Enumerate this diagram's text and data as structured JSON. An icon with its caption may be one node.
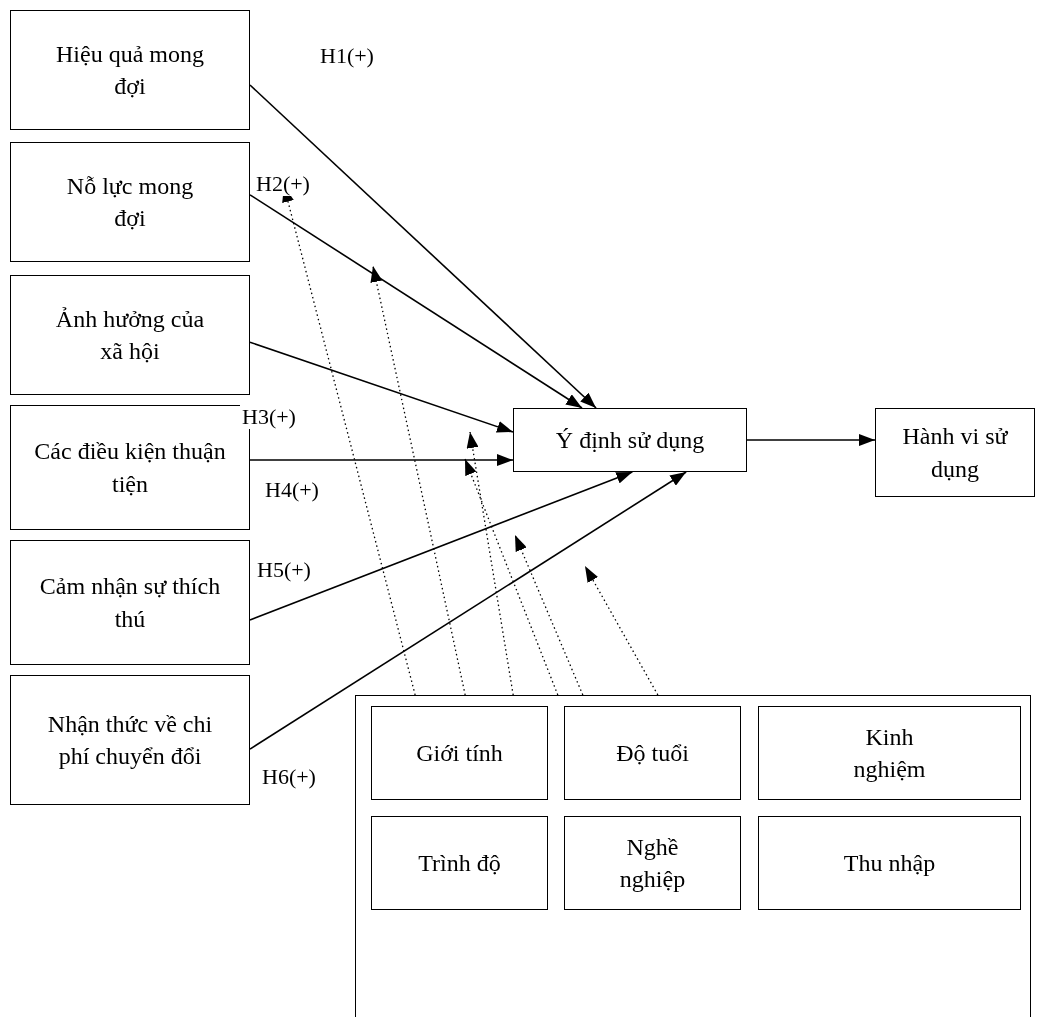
{
  "diagram": {
    "nodes": [
      {
        "text": [
          "Hiệu quả mong đợi"
        ]
      },
      {
        "text": [
          "Nỗ lực mong đợi"
        ]
      },
      {
        "text": [
          "Ảnh hưởng của xã hội"
        ]
      },
      {
        "text": [
          "Các điều kiện thuận tiện"
        ]
      },
      {
        "text": [
          "Cảm nhận sự thích thú"
        ]
      },
      {
        "text": [
          "Nhận thức về chi phí chuyển đổi"
        ]
      },
      {
        "text": [
          "Ý định sử dụng"
        ]
      },
      {
        "text": [
          "Hành vi sử dụng"
        ]
      },
      {
        "text": [],
        "shape": "box"
      },
      {
        "text": [
          "Giới tính"
        ],
        "in": 8
      },
      {
        "text": [
          "Độ tuổi"
        ],
        "in": 8
      },
      {
        "text": [
          "Kinh nghiệm"
        ],
        "in": 8
      },
      {
        "text": [
          "Trình độ"
        ],
        "in": 8
      },
      {
        "text": [
          "Nghề nghiệp"
        ],
        "in": 8
      },
      {
        "text": [
          "Thu nhập"
        ],
        "in": 8
      }
    ],
    "edges": [
      {
        "from": 0,
        "to": 6,
        "arrow": "to",
        "label": "H1(+)"
      },
      {
        "from": 1,
        "to": 6,
        "arrow": "to",
        "label": "H2(+)"
      },
      {
        "from": 2,
        "to": 6,
        "arrow": "to",
        "label": "H3(+)"
      },
      {
        "from": 3,
        "to": 6,
        "arrow": "to",
        "label": "H4(+)"
      },
      {
        "from": 4,
        "to": 6,
        "arrow": "to",
        "label": "H5(+)"
      },
      {
        "from": 5,
        "to": 6,
        "arrow": "to",
        "label": "H6(+)"
      },
      {
        "from": 6,
        "to": 7,
        "arrow": "to"
      },
      {
        "from": 8,
        "to": null,
        "arrow": "to",
        "style": "dashed"
      },
      {
        "from": 8,
        "to": null,
        "arrow": "to",
        "style": "dashed"
      },
      {
        "from": 8,
        "to": null,
        "arrow": "to",
        "style": "dashed"
      },
      {
        "from": 8,
        "to": null,
        "arrow": "to",
        "style": "dashed"
      },
      {
        "from": 8,
        "to": null,
        "arrow": "to",
        "style": "dashed"
      },
      {
        "from": 8,
        "to": null,
        "arrow": "to",
        "style": "dashed"
      }
    ]
  }
}
